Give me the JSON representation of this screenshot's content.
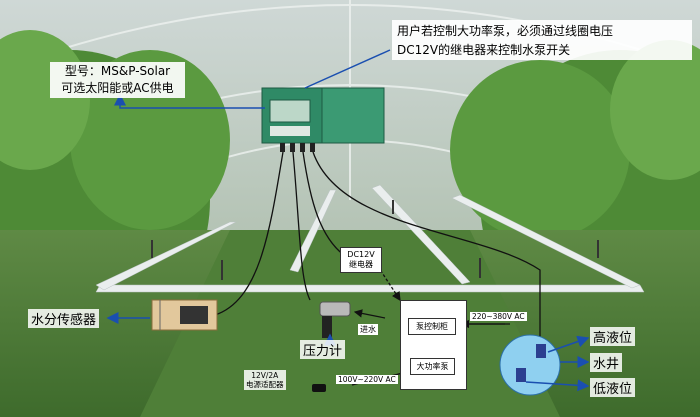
{
  "top_note": {
    "line1": "用户若控制大功率泵，必须通过线圈电压",
    "line2": "DC12V的继电器来控制水泵开关"
  },
  "model_note": {
    "line1": "型号：MS&P-Solar",
    "line2": "可选太阳能或AC供电"
  },
  "relay_label": {
    "line1": "DC12V",
    "line2": "继电器"
  },
  "moisture_sensor": "水分传感器",
  "pressure_gauge": "压力计",
  "water_in": "进水",
  "pump_cabinet": "泵控制柜",
  "high_power_pump": "大功率泵",
  "ac_220_380": "220~380V AC",
  "ac_100_220": "100V~220V AC",
  "adapter": {
    "line1": "12V/2A",
    "line2": "电源适配器"
  },
  "high_level": "高液位",
  "well": "水井",
  "low_level": "低液位",
  "colors": {
    "leaf": "#3f7a2e",
    "path": "#e8ecec",
    "controller": "#2f8a66",
    "arrow": "#1a4fb0"
  }
}
